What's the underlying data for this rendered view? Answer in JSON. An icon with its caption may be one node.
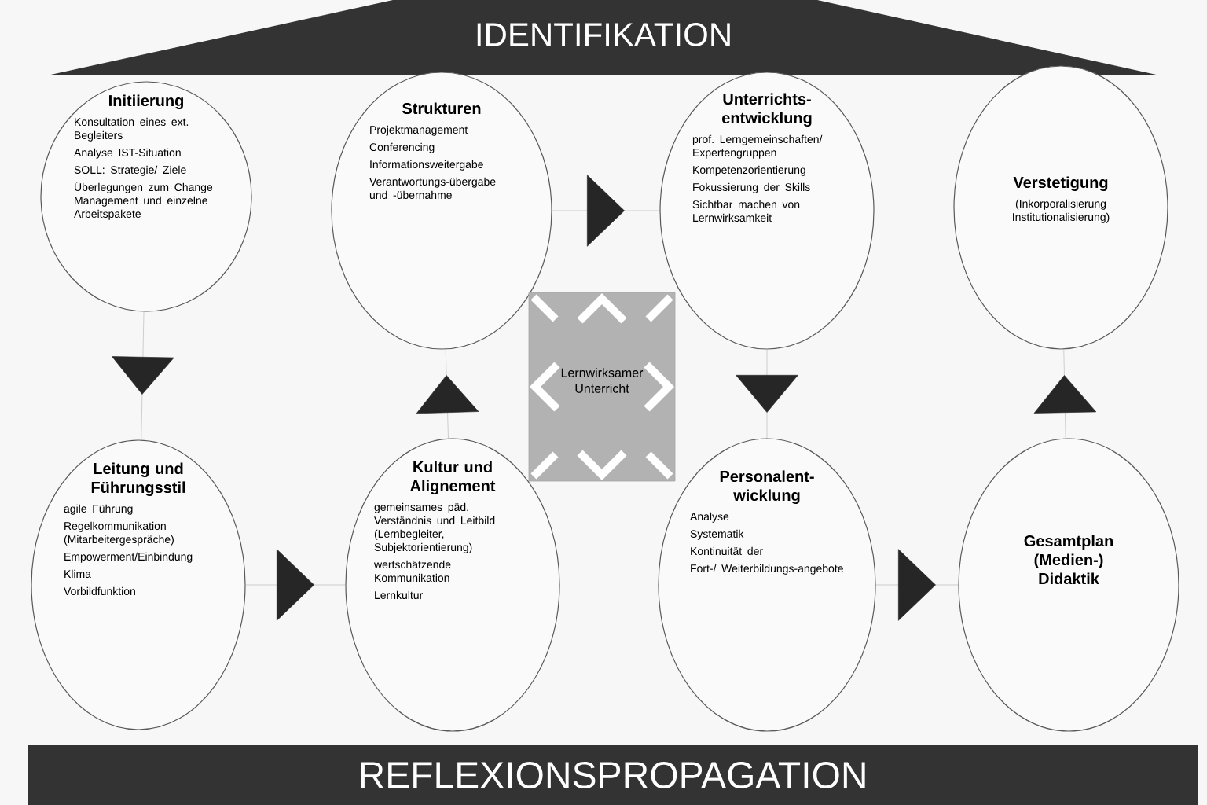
{
  "diagram": {
    "nodes": [
      {
        "text": [
          "IDENTIFIKATION"
        ]
      },
      {
        "text": [
          "Initiierung",
          "Konsultation eines ext. Begleiters",
          "Analyse IST-Situation",
          "SOLL: Strategie/ Ziele",
          "Überlegungen zum Change Management und einzelne Arbeitspakete"
        ]
      },
      {
        "text": [
          "Strukturen",
          "Projektmanagement",
          "Conferencing",
          "Informationsweitergabe",
          "Verantwortungs-übergabe und -übernahme"
        ]
      },
      {
        "text": [
          "Unterrichts-entwicklung",
          "prof. Lerngemeinschaften/ Expertengruppen",
          "Kompetenzorientierung",
          "Fokussierung der Skills",
          "Sichtbar machen von Lernwirksamkeit"
        ]
      },
      {
        "text": [
          "Verstetigung",
          "(Inkorporalisierung Institutionalisierung)"
        ]
      },
      {
        "text": [
          "Lernwirksamer Unterricht"
        ]
      },
      {
        "text": [
          "Leitung und Führungsstil",
          "agile Führung",
          "Regelkommunikation (Mitarbeitergespräche)",
          "Empowerment/Einbindung",
          "Klima",
          "Vorbildfunktion"
        ]
      },
      {
        "text": [
          "Kultur und Alignement",
          "gemeinsames päd. Verständnis und Leitbild (Lernbegleiter, Subjektorientierung)",
          "wertschätzende Kommunikation",
          "Lernkultur"
        ]
      },
      {
        "text": [
          "Personalent-wicklung",
          "Analyse",
          "Systematik",
          "Kontinuität der",
          "Fort-/ Weiterbildungs-angebote"
        ]
      },
      {
        "text": [
          "Gesamtplan (Medien-) Didaktik"
        ]
      },
      {
        "text": [
          "REFLEXIONSPROPAGATION"
        ]
      }
    ],
    "edges": [
      {
        "from": 1,
        "to": 6,
        "arrow": "to"
      },
      {
        "from": 6,
        "to": 7,
        "arrow": "to"
      },
      {
        "from": 7,
        "to": 2,
        "arrow": "to"
      },
      {
        "from": 2,
        "to": 3,
        "arrow": "to"
      },
      {
        "from": 3,
        "to": 8,
        "arrow": "to"
      },
      {
        "from": 8,
        "to": 9,
        "arrow": "to"
      },
      {
        "from": 9,
        "to": 4,
        "arrow": "to"
      }
    ]
  }
}
